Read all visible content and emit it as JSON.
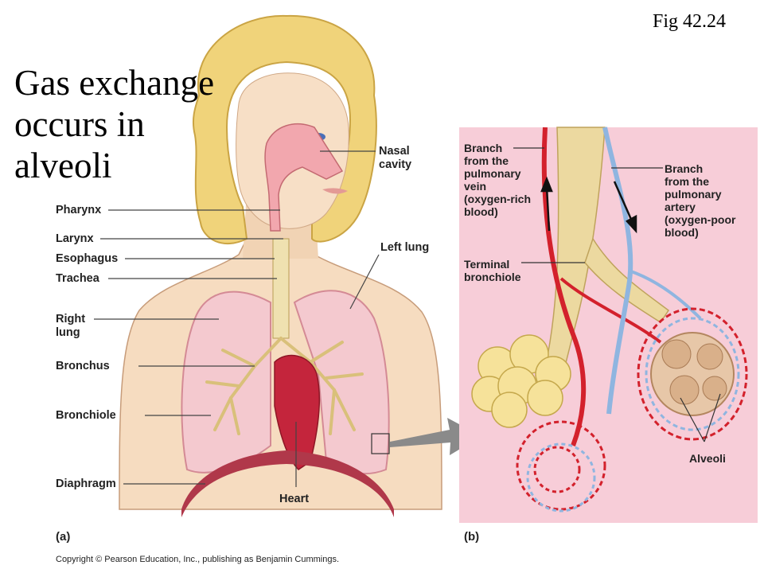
{
  "figure_number": "Fig 42.24",
  "title_lines": [
    "Gas exchange",
    "occurs in",
    "alveoli"
  ],
  "panel_a": {
    "letter": "(a)",
    "labels": {
      "nasal_cavity": [
        "Nasal",
        "cavity"
      ],
      "pharynx": "Pharynx",
      "larynx": "Larynx",
      "esophagus": "Esophagus",
      "trachea": "Trachea",
      "left_lung": "Left lung",
      "right_lung": [
        "Right",
        "lung"
      ],
      "bronchus": "Bronchus",
      "bronchiole": "Bronchiole",
      "diaphragm": "Diaphragm",
      "heart": "Heart"
    }
  },
  "panel_b": {
    "letter": "(b)",
    "background_color": "#f7cdd8",
    "labels": {
      "pulmonary_vein": [
        "Branch",
        "from the",
        "pulmonary",
        "vein",
        "(oxygen-rich",
        "blood)"
      ],
      "pulmonary_artery": [
        "Branch",
        "from the",
        "pulmonary",
        "artery",
        "(oxygen-poor",
        "blood)"
      ],
      "terminal_bronchiole": [
        "Terminal",
        "bronchiole"
      ],
      "alveoli": "Alveoli"
    }
  },
  "copyright": "Copyright © Pearson Education, Inc., publishing as Benjamin Cummings.",
  "colors": {
    "oxygen_rich": "#d3212c",
    "oxygen_poor": "#8fb5e0",
    "hair": "#f0d37a",
    "skin": "#f6dcc0",
    "lung": "#f4c9cf",
    "bronchi": "#ecd9a0"
  }
}
